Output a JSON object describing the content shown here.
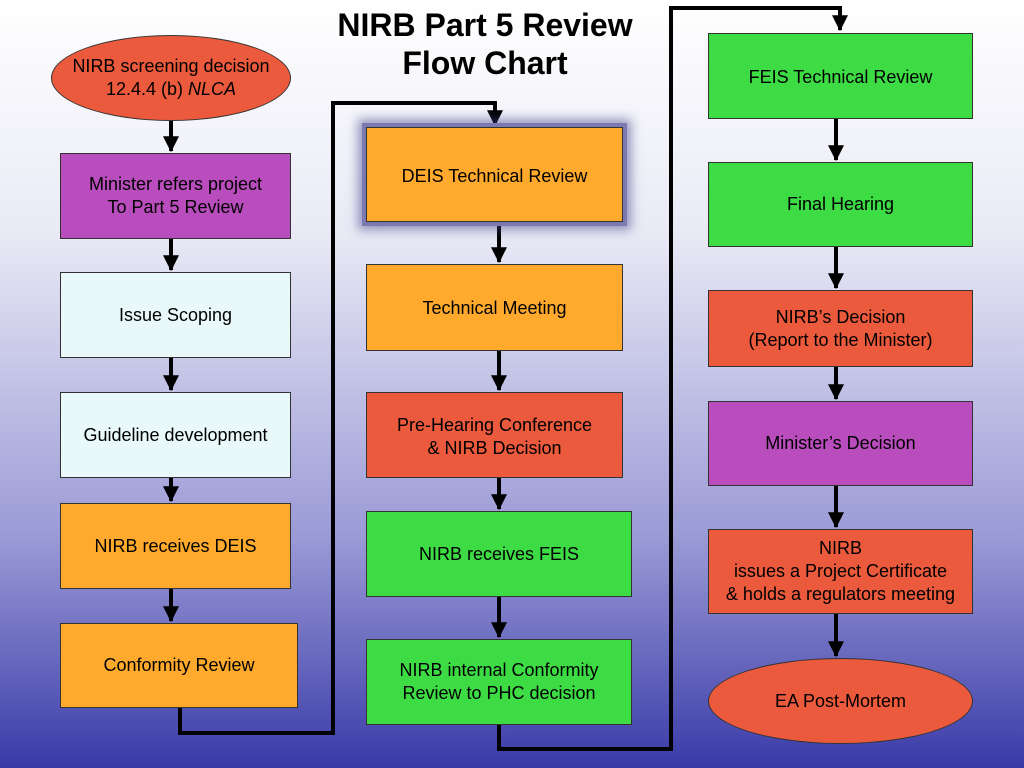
{
  "title": {
    "line1": "NIRB Part 5 Review",
    "line2": "Flow Chart"
  },
  "colors": {
    "purple": "#b94dbd",
    "light": "#e9f8f9",
    "orange": "#ffaa2d",
    "red": "#eb5a3c",
    "green": "#3ddc44"
  },
  "column1": {
    "screening": {
      "line1": "NIRB screening decision",
      "line2_plain": "12.4.4 (b) ",
      "line2_italic": "NLCA"
    },
    "minister_refers": {
      "line1": "Minister refers project",
      "line2": "To Part 5 Review"
    },
    "issue_scoping": "Issue Scoping",
    "guideline": "Guideline development",
    "receives_deis": "NIRB receives DEIS",
    "conformity": "Conformity Review"
  },
  "column2": {
    "deis_review": "DEIS Technical Review",
    "tech_meeting": "Technical Meeting",
    "pre_hearing": {
      "line1": "Pre-Hearing Conference",
      "line2": "& NIRB Decision"
    },
    "receives_feis": "NIRB receives FEIS",
    "internal_conformity": {
      "line1": "NIRB internal Conformity",
      "line2": "Review to PHC decision"
    }
  },
  "column3": {
    "feis_review": "FEIS Technical Review",
    "final_hearing": "Final Hearing",
    "nirb_decision": {
      "line1": "NIRB’s Decision",
      "line2": "(Report to the Minister)"
    },
    "minister_decision": "Minister’s Decision",
    "certificate": {
      "line1": "NIRB",
      "line2": "issues a Project Certificate",
      "line3": "& holds a regulators meeting"
    },
    "post_mortem": "EA Post-Mortem"
  }
}
